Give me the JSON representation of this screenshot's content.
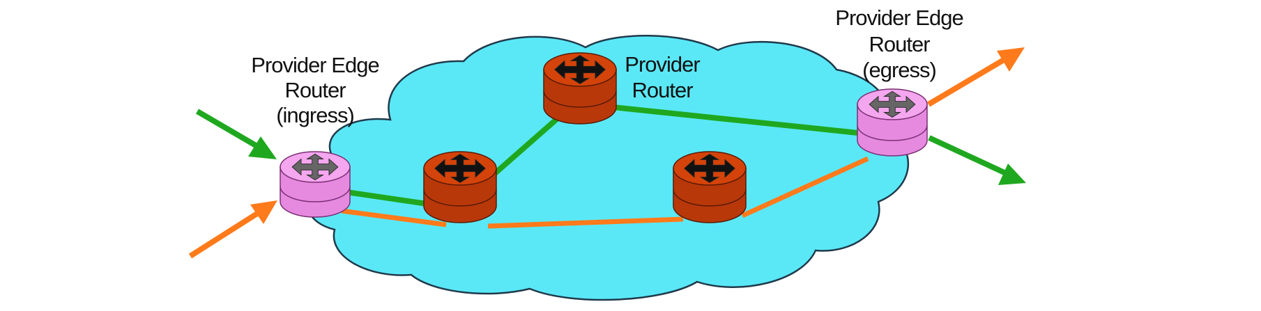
{
  "labels": {
    "ingress": {
      "line1": "Provider Edge",
      "line2": "Router",
      "line3": "(ingress)"
    },
    "provider": {
      "line1": "Provider",
      "line2": "Router"
    },
    "egress": {
      "line1": "Provider Edge",
      "line2": "Router",
      "line3": "(egress)"
    }
  },
  "colors": {
    "cloud_fill": "#5ae8f7",
    "cloud_stroke": "#1f3a4a",
    "edge_router": "#f4a6ee",
    "edge_router_shade": "#e68ae0",
    "core_router": "#d44309",
    "core_router_shade": "#b8380a",
    "green_path": "#1fa81f",
    "orange_path": "#ff7a1a",
    "edge_arrow_icon": "#666666",
    "core_arrow_icon": "#111111"
  },
  "icons": {
    "edge_router": "router-icon",
    "core_router": "router-icon",
    "router_arrows": "four-way-arrow-icon"
  }
}
